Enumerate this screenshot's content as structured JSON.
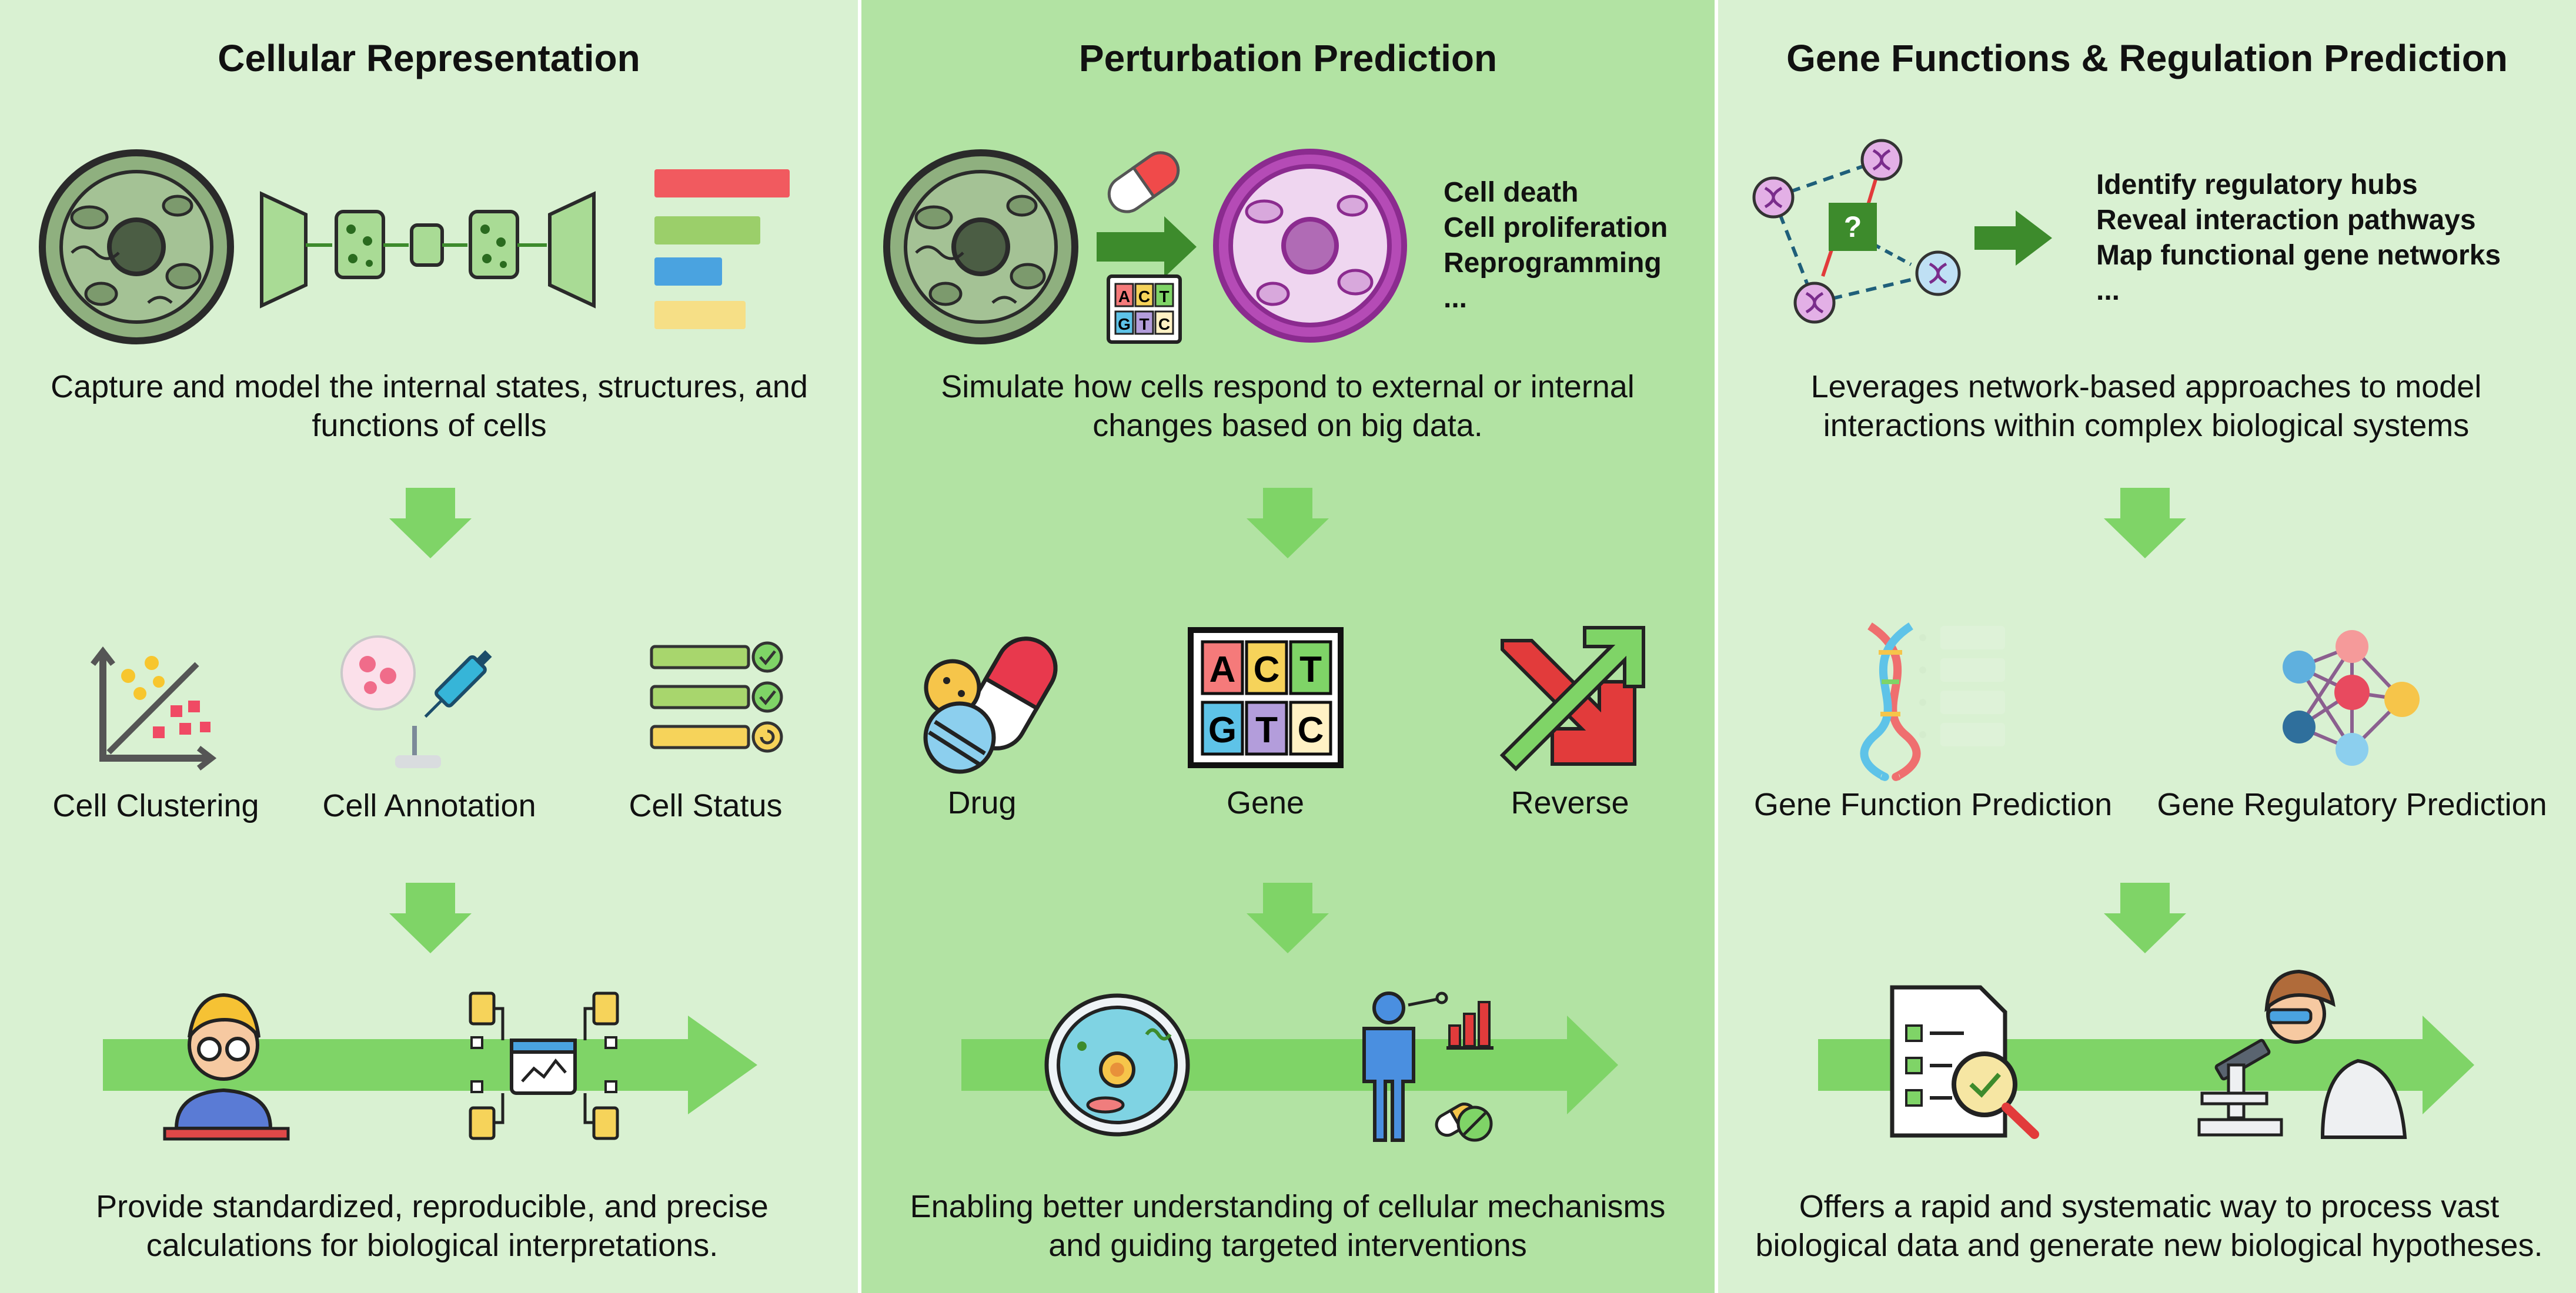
{
  "colors": {
    "panel_light": "#d9f1d2",
    "panel_mid": "#b2e3a3",
    "arrow_green": "#7fd467",
    "arrow_dark": "#3d8b2c"
  },
  "panels": [
    {
      "title": "Cellular Representation",
      "description": "Capture and model the internal states, structures, and functions of cells",
      "items": [
        "Cell Clustering",
        "Cell Annotation",
        "Cell Status"
      ],
      "outcome": "Provide standardized, reproducible, and precise calculations for biological interpretations.",
      "icons": [
        "cell-icon",
        "autoencoder-icon",
        "feature-bars-icon",
        "scatter-cluster-icon",
        "annotation-syringe-icon",
        "status-checklist-icon",
        "researcher-icon",
        "data-network-icon"
      ]
    },
    {
      "title": "Perturbation Prediction",
      "description": "Simulate how cells respond to external or internal changes based on big data.",
      "outcomes_list": [
        "Cell death",
        "Cell proliferation",
        "Reprogramming",
        "..."
      ],
      "dna_letters": [
        "A",
        "C",
        "T",
        "G",
        "T",
        "C"
      ],
      "items": [
        "Drug",
        "Gene",
        "Reverse"
      ],
      "outcome": "Enabling better understanding of cellular mechanisms and guiding targeted interventions",
      "icons": [
        "cell-icon",
        "pill-icon",
        "dna-grid-icon",
        "perturbed-cell-icon",
        "drug-icon",
        "gene-grid-icon",
        "reverse-arrows-icon",
        "cell-culture-icon",
        "patient-icon"
      ]
    },
    {
      "title": "Gene Functions & Regulation Prediction",
      "description": "Leverages network-based approaches to model interactions within complex biological systems",
      "outcomes_list": [
        "Identify regulatory hubs",
        "Reveal interaction pathways",
        "Map functional gene networks",
        "..."
      ],
      "question_mark": "?",
      "items": [
        "Gene Function Prediction",
        "Gene Regulatory Prediction"
      ],
      "outcome": "Offers a rapid and systematic way to process vast biological data and generate new biological hypotheses.",
      "icons": [
        "gene-network-icon",
        "dna-helix-icon",
        "neural-network-icon",
        "report-magnifier-icon",
        "scientist-microscope-icon"
      ]
    }
  ]
}
